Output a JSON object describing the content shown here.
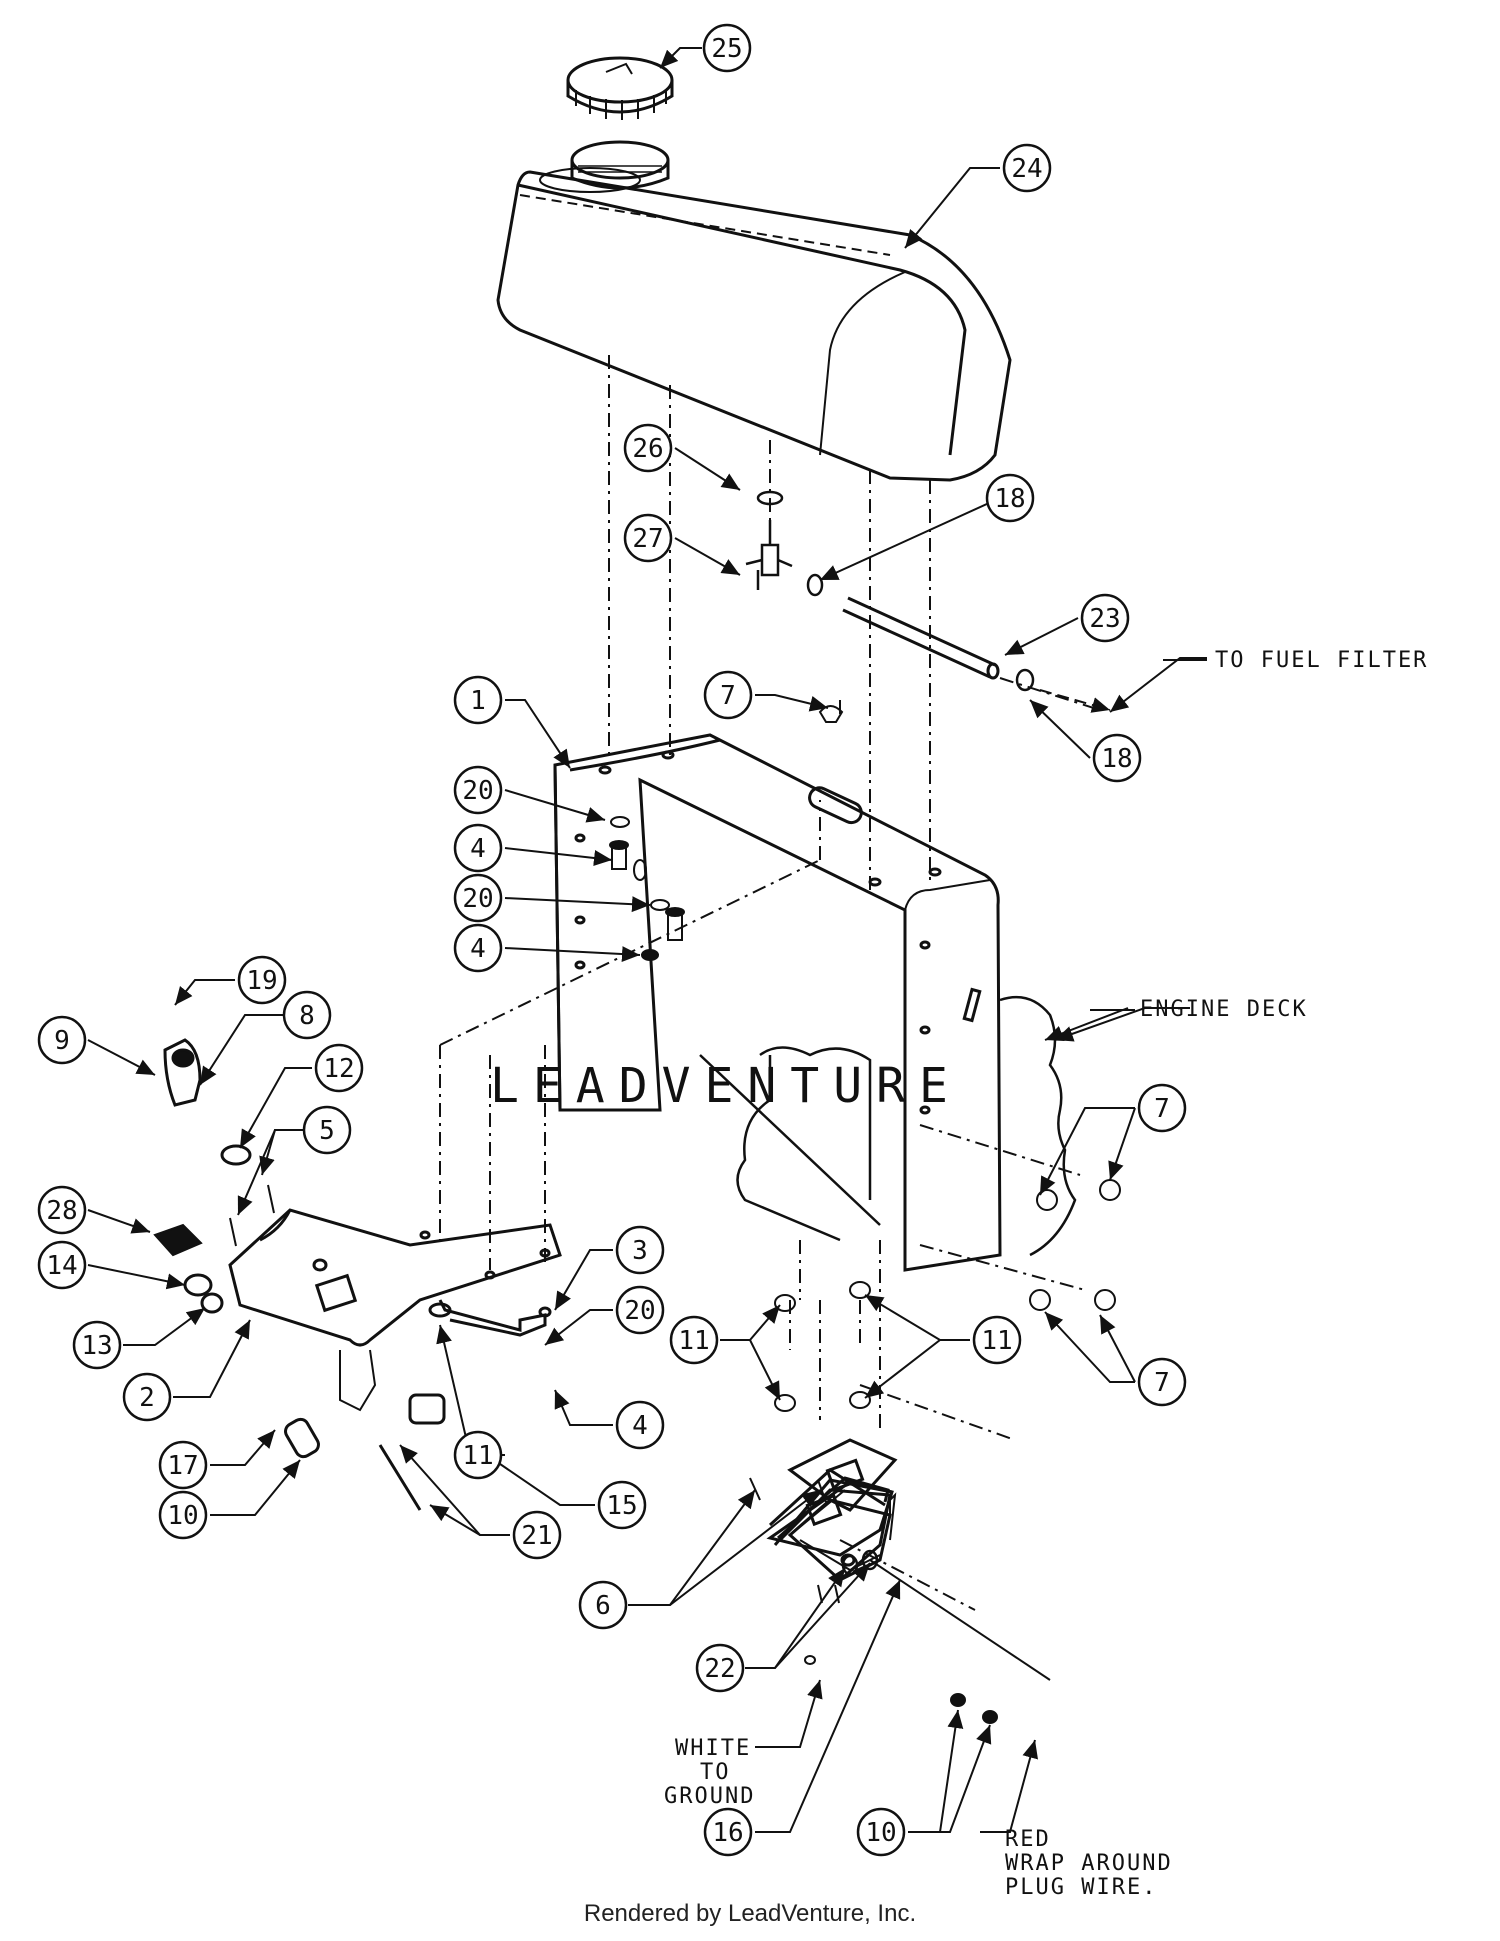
{
  "diagram": {
    "watermark": "LEADVENTURE",
    "callouts": {
      "fuel_filter": "TO FUEL FILTER",
      "engine_deck": "ENGINE DECK",
      "white_ground": [
        "WHITE",
        "TO",
        "GROUND"
      ],
      "red_wire": [
        "RED",
        "WRAP AROUND",
        "PLUG WIRE."
      ]
    },
    "balloons": [
      {
        "id": "b25",
        "label": "25"
      },
      {
        "id": "b24",
        "label": "24"
      },
      {
        "id": "b26",
        "label": "26"
      },
      {
        "id": "b18a",
        "label": "18"
      },
      {
        "id": "b27",
        "label": "27"
      },
      {
        "id": "b23",
        "label": "23"
      },
      {
        "id": "b18b",
        "label": "18"
      },
      {
        "id": "b1",
        "label": "1"
      },
      {
        "id": "b7a",
        "label": "7"
      },
      {
        "id": "b20a",
        "label": "20"
      },
      {
        "id": "b4a",
        "label": "4"
      },
      {
        "id": "b20b",
        "label": "20"
      },
      {
        "id": "b4b",
        "label": "4"
      },
      {
        "id": "b19",
        "label": "19"
      },
      {
        "id": "b9",
        "label": "9"
      },
      {
        "id": "b8",
        "label": "8"
      },
      {
        "id": "b12",
        "label": "12"
      },
      {
        "id": "b5",
        "label": "5"
      },
      {
        "id": "b28",
        "label": "28"
      },
      {
        "id": "b14",
        "label": "14"
      },
      {
        "id": "b13",
        "label": "13"
      },
      {
        "id": "b2",
        "label": "2"
      },
      {
        "id": "b3",
        "label": "3"
      },
      {
        "id": "b20c",
        "label": "20"
      },
      {
        "id": "b4c",
        "label": "4"
      },
      {
        "id": "b11a",
        "label": "11"
      },
      {
        "id": "b11b",
        "label": "11"
      },
      {
        "id": "b11c",
        "label": "11"
      },
      {
        "id": "b7b",
        "label": "7"
      },
      {
        "id": "b7c",
        "label": "7"
      },
      {
        "id": "b17",
        "label": "17"
      },
      {
        "id": "b10a",
        "label": "10"
      },
      {
        "id": "b15",
        "label": "15"
      },
      {
        "id": "b21",
        "label": "21"
      },
      {
        "id": "b6",
        "label": "6"
      },
      {
        "id": "b22",
        "label": "22"
      },
      {
        "id": "b16",
        "label": "16"
      },
      {
        "id": "b10b",
        "label": "10"
      }
    ]
  },
  "footer": {
    "text": "Rendered by LeadVenture, Inc."
  }
}
